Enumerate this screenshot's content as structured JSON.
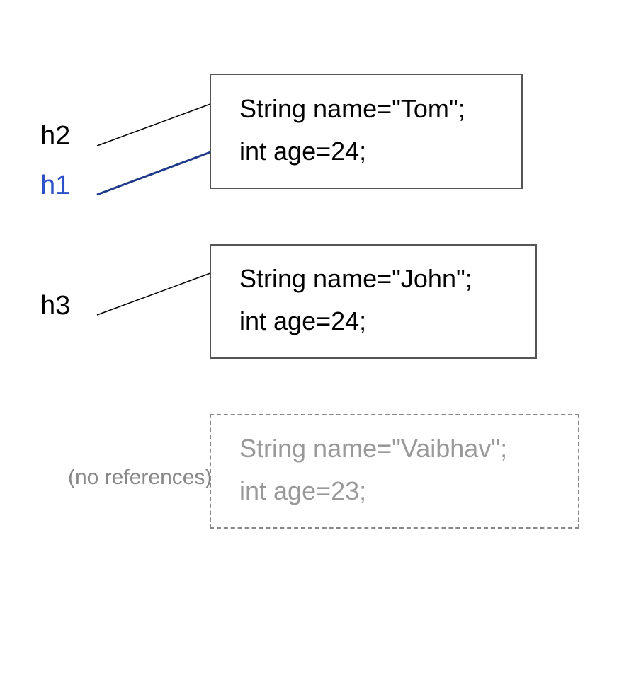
{
  "references": [
    {
      "id": "h2",
      "label": "h2",
      "color": "#000000",
      "points_to": "tom"
    },
    {
      "id": "h1",
      "label": "h1",
      "color": "#2b50c8",
      "points_to": "tom"
    },
    {
      "id": "h3",
      "label": "h3",
      "color": "#000000",
      "points_to": "john"
    }
  ],
  "objects": [
    {
      "id": "tom",
      "lines": [
        "String name=\"Tom\";",
        "int age=24;"
      ],
      "style": "solid"
    },
    {
      "id": "john",
      "lines": [
        "String name=\"John\";",
        "int age=24;"
      ],
      "style": "solid"
    },
    {
      "id": "vaibhav",
      "lines": [
        "String name=\"Vaibhav\";",
        "int age=23;"
      ],
      "style": "dashed"
    }
  ],
  "notes": {
    "no_references": "(no references)"
  },
  "colors": {
    "reference_line": "#000000",
    "h1_line": "#1f3a8a",
    "box_border": "#555555",
    "unreferenced_border": "#888888",
    "unreferenced_text": "#999999"
  }
}
